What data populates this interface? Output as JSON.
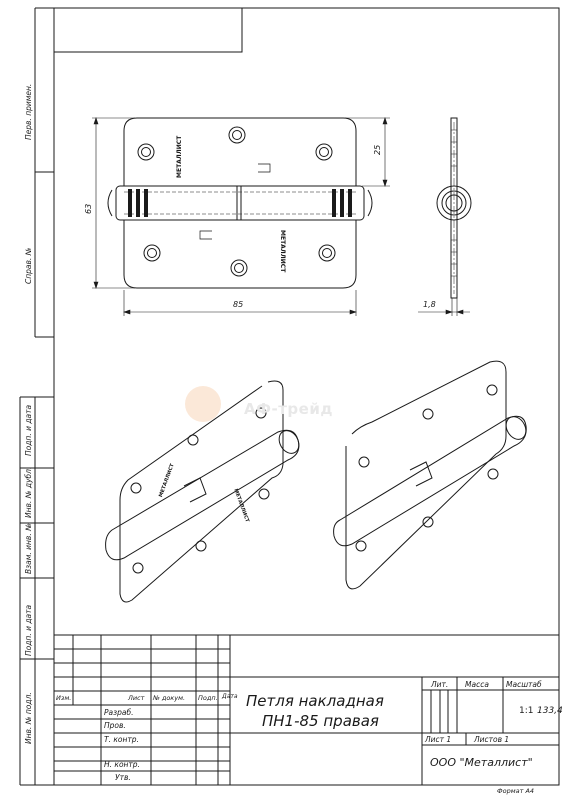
{
  "title_block": {
    "title_line1": "Петля накладная",
    "title_line2": "ПН1-85 правая",
    "org": "ООО \"Металлист\"",
    "format": "Формат А4",
    "lit_label": "Лит.",
    "mass_label": "Масса",
    "scale_label": "Масштаб",
    "scale_value": "1:1",
    "mass_value": "133,4",
    "sheet_label": "Лист 1",
    "sheets_label": "Листов 1",
    "col_izm": "Изм.",
    "col_list": "Лист",
    "col_doc": "№ докум.",
    "col_sign": "Подп.",
    "col_date": "Дата",
    "row_razrab": "Разраб.",
    "row_prov": "Пров.",
    "row_tkontr": "Т. контр.",
    "row_nkontr": "Н. контр.",
    "row_utv": "Утв."
  },
  "side_labels": {
    "perv": "Перв. примен.",
    "sprav": "Справ. №",
    "podp1": "Подп. и дата",
    "inv_dubl": "Инв. № дубл.",
    "vzam": "Взам. инв. №",
    "podp2": "Подп. и дата",
    "inv_podl": "Инв. № подл."
  },
  "dimensions": {
    "width": "85",
    "height": "63",
    "offset": "25",
    "thickness": "1,8"
  },
  "hinge_text": "МЕТАЛЛИСТ",
  "watermark": "АФ-трейд"
}
